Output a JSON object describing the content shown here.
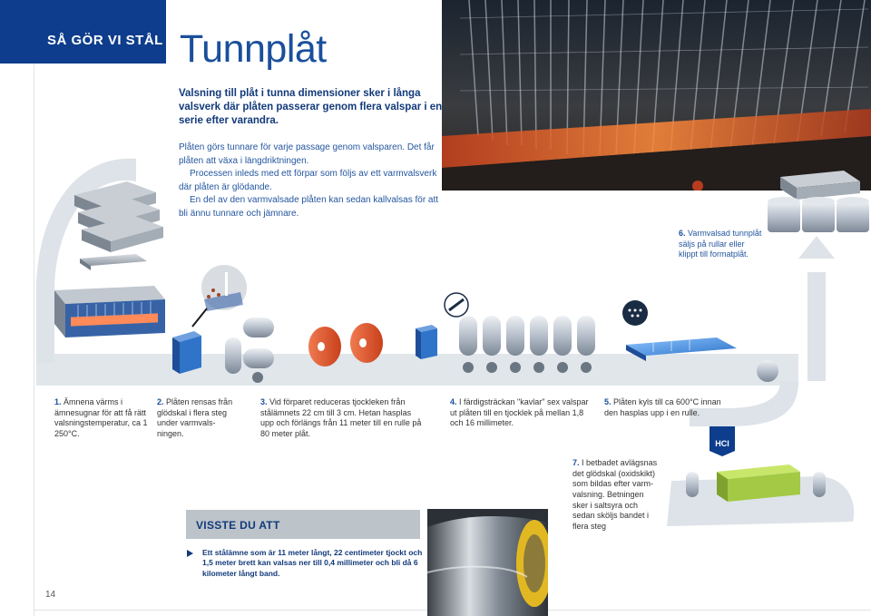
{
  "header": {
    "section_label": "SÅ GÖR VI STÅL"
  },
  "title": "Tunnplåt",
  "lead": "Valsning till plåt i tunna dimensioner sker i långa valsverk där plåten passerar genom flera valspar i en serie efter varandra.",
  "body": [
    "Plåten görs tunnare för varje passage genom valsparen. Det får plåten att växa i längdriktningen.",
    "Processen inleds med ett förpar som följs av ett varmvalsverk där plåten är glödande.",
    "En del av den varmvalsade plåten kan sedan kallvalsas för att bli ännu tunnare och jämnare."
  ],
  "steps": [
    {
      "num": "1.",
      "text": "Ämnena värms i ämnesugnar för att få rätt valsningstemperatur, ca 1 250°C."
    },
    {
      "num": "2.",
      "text": "Plåten rensas från glödskal i flera steg under varmvals-ningen."
    },
    {
      "num": "3.",
      "text": "Vid förparet reduceras tjockleken från stålämnets 22 cm till 3 cm. Hetan hasplas upp och förlängs från 11 meter till en rulle på 80 meter plåt."
    },
    {
      "num": "4.",
      "text": "I färdigsträckan \"kavlar\" sex valspar ut plåten till en tjocklek på mellan 1,8 och 16 millimeter."
    },
    {
      "num": "5.",
      "text": "Plåten kyls till ca 600°C innan den hasplas upp i en rulle."
    },
    {
      "num": "6.",
      "text": "Varmvalsad tunnplåt säljs på rullar eller klippt till formatplåt."
    },
    {
      "num": "7.",
      "text": "I betbadet avlägsnas det glödskal (oxidskikt) som bildas efter varm-valsning. Betningen sker i saltsyra och sedan sköljs bandet i flera steg"
    }
  ],
  "icon_label": "HCl",
  "did_you_know": {
    "title": "VISSTE DU ATT",
    "text": "Ett stålämne som är 11 meter långt, 22 centimeter tjockt och 1,5 meter brett kan valsas ner till 0,4 millimeter och bli då 6 kilometer långt band."
  },
  "page_number": "14",
  "colors": {
    "brand_blue": "#0d3d8c",
    "title_blue": "#1a4f9c",
    "accent_blue": "#2f74c9",
    "glow_orange": "#e0542a"
  }
}
